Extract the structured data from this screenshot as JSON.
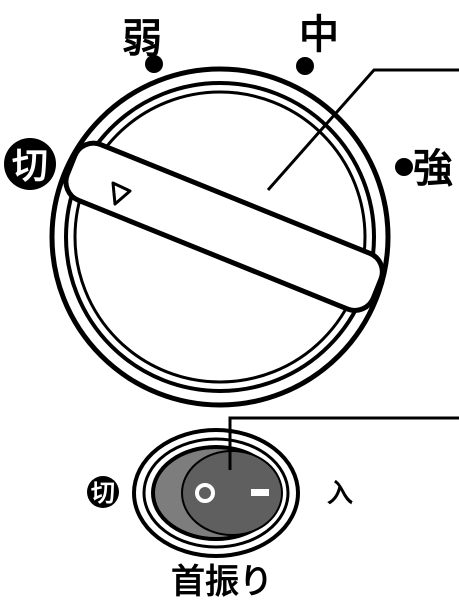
{
  "dial": {
    "settings": {
      "off": "切",
      "low": "弱",
      "medium": "中",
      "high": "強"
    },
    "pointer_glyph": "▷"
  },
  "oscillation_switch": {
    "label": "首振り",
    "off_label": "切",
    "on_label": "入",
    "off_symbol": "O",
    "on_symbol": "I"
  },
  "colors": {
    "ink": "#000000",
    "switch_body": "#7d7d7d",
    "switch_rocker": "#5f5f5f",
    "background": "#ffffff"
  }
}
